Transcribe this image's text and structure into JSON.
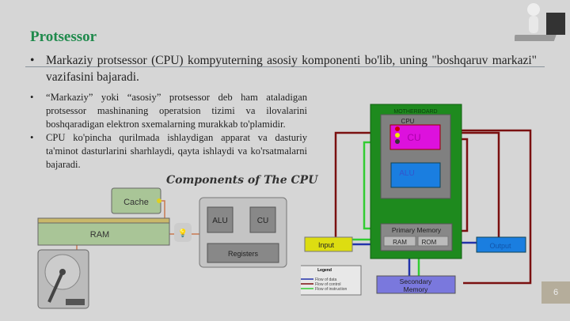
{
  "slide": {
    "title": "Protsessor",
    "page_number": "6"
  },
  "bullets": [
    "Markaziy protsessor (CPU) kompyuterning asosiy komponenti bo'lib, uning \"boshqaruv markazi\" vazifasini bajaradi.",
    "“Markaziy” yoki “asosiy” protsessor deb ham ataladigan protsessor mashinaning operatsion tizimi va ilovalarini boshqaradigan elektron sxemalarning murakkab to'plamidir.",
    "CPU ko'pincha qurilmada ishlaydigan apparat va dasturiy ta'minot dasturlarini sharhlaydi, qayta ishlaydi va ko'rsatmalarni bajaradi."
  ],
  "components_diagram": {
    "title": "Components of The CPU",
    "cache": "Cache",
    "ram": "RAM",
    "alu": "ALU",
    "cu": "CU",
    "registers": "Registers"
  },
  "motherboard_diagram": {
    "motherboard": "MOTHERBOARD",
    "cpu": "CPU",
    "cu": "CU",
    "alu": "ALU",
    "primary_memory": "Primary Memory",
    "ram": "RAM",
    "rom": "ROM",
    "input": "Input",
    "output": "Output",
    "secondary_memory_1": "Secondary",
    "secondary_memory_2": "Memory",
    "legend": {
      "title": "Legend",
      "data": "Flow of data",
      "control": "Flow of control",
      "instruction": "Flow of instruction"
    }
  },
  "colors": {
    "title": "#1f8a4c",
    "data": "#2233aa",
    "control": "#7a1010",
    "instruction": "#33cc33"
  }
}
